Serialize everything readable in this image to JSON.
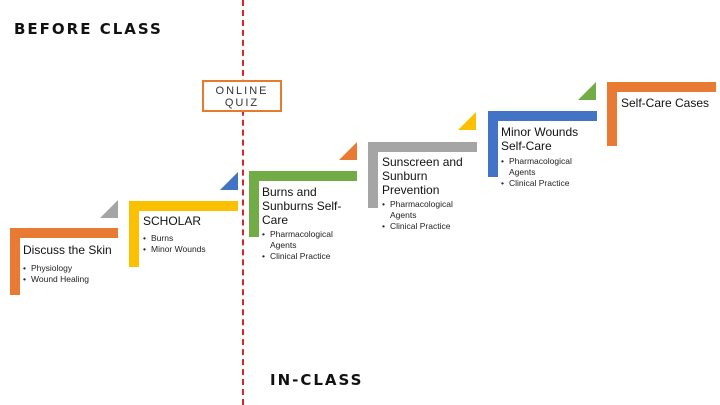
{
  "phases": {
    "before": "BEFORE CLASS",
    "in": "IN-CLASS"
  },
  "quiz": {
    "line1": "ONLINE",
    "line2": "QUIZ"
  },
  "colors": {
    "orange": "#e97a33",
    "yellow": "#fbc100",
    "blue": "#4373c4",
    "green": "#71ac47",
    "gray": "#a5a5a5",
    "divider": "#d9262b"
  },
  "steps": [
    {
      "title": "Discuss the Skin",
      "bullets": [
        "Physiology",
        "Wound Healing"
      ]
    },
    {
      "title": "SCHOLAR",
      "bullets": [
        "Burns",
        "Minor Wounds"
      ]
    },
    {
      "title": "Burns and Sunburns Self-Care",
      "bullets": [
        "Pharmacological Agents",
        "Clinical Practice"
      ]
    },
    {
      "title": "Sunscreen and Sunburn Prevention",
      "bullets": [
        "Pharmacological Agents",
        "Clinical Practice"
      ]
    },
    {
      "title": "Minor Wounds Self-Care",
      "bullets": [
        "Pharmacological Agents",
        "Clinical Practice"
      ]
    },
    {
      "title": "Self-Care Cases",
      "bullets": []
    }
  ]
}
